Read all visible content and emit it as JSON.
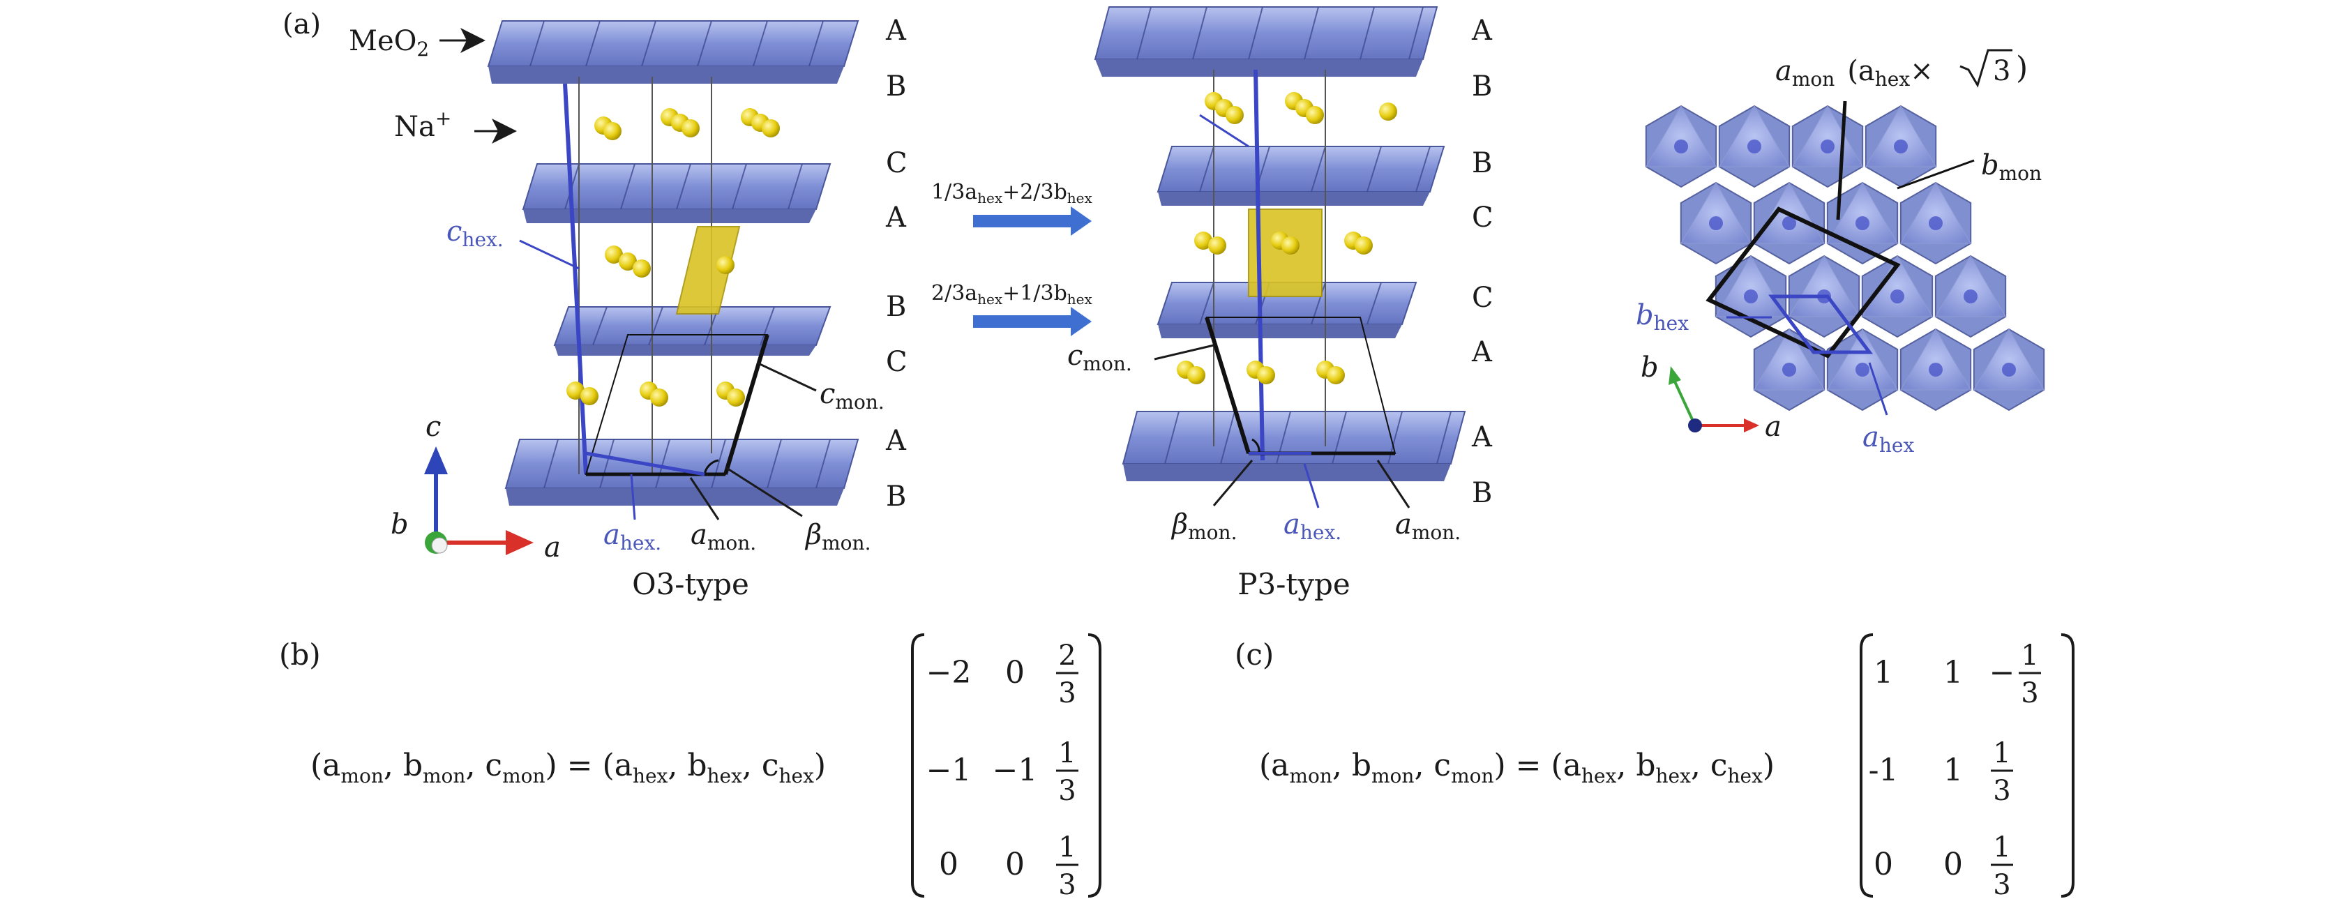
{
  "panel_a": {
    "label": "(a)",
    "o3": {
      "caption": "O3-type",
      "layers": [
        "A",
        "B",
        "C",
        "A",
        "B",
        "C",
        "A",
        "B"
      ],
      "meo2": "MeO",
      "meo2_sub": "2",
      "na": "Na",
      "na_sup": "+",
      "c_hex": "c",
      "c_hex_sub": "hex.",
      "c_mon": "c",
      "c_mon_sub": "mon.",
      "a_hex": "a",
      "a_hex_sub": "hex.",
      "a_mon": "a",
      "a_mon_sub": "mon.",
      "beta_mon": "β",
      "beta_mon_sub": "mon.",
      "axis_a": "a",
      "axis_b": "b",
      "axis_c": "c"
    },
    "arrows": {
      "top_label": "1/3a",
      "top_label_sub1": "hex",
      "top_label_mid": "+2/3b",
      "top_label_sub2": "hex",
      "bottom_label": "2/3a",
      "bottom_label_sub1": "hex",
      "bottom_label_mid": "+1/3b",
      "bottom_label_sub2": "hex"
    },
    "p3": {
      "caption": "P3-type",
      "layers": [
        "A",
        "B",
        "B",
        "C",
        "C",
        "A",
        "A",
        "B"
      ],
      "c_mon": "c",
      "c_mon_sub": "mon.",
      "beta_mon": "β",
      "beta_mon_sub": "mon.",
      "a_hex": "a",
      "a_hex_sub": "hex.",
      "a_mon": "a",
      "a_mon_sub": "mon."
    },
    "top_view": {
      "a_mon_label": "a",
      "a_mon_sub": "mon",
      "a_mon_paren": "(a",
      "a_mon_paren_sub": "hex",
      "a_mon_times": "×",
      "sqrt_value": "3",
      "close_paren": ")",
      "b_mon": "b",
      "b_mon_sub": "mon",
      "b_hex": "b",
      "b_hex_sub": "hex",
      "a_hex": "a",
      "a_hex_sub": "hex",
      "axis_a": "a",
      "axis_b": "b"
    }
  },
  "panel_b": {
    "label": "(b)",
    "lhs": "(a",
    "lhs_sub1": "mon",
    "lhs_b": ", b",
    "lhs_sub2": "mon",
    "lhs_c": ", c",
    "lhs_sub3": "mon",
    "eq": ") = (a",
    "rhs_sub1": "hex",
    "rhs_b": ", b",
    "rhs_sub2": "hex",
    "rhs_c": ", c",
    "rhs_sub3": "hex",
    "rhs_close": ")",
    "matrix": [
      [
        "−2",
        "0",
        "2/3"
      ],
      [
        "−1",
        "−1",
        "1/3"
      ],
      [
        "0",
        "0",
        "1/3"
      ]
    ]
  },
  "panel_c": {
    "label": "(c)",
    "lhs": "(a",
    "lhs_sub1": "mon",
    "lhs_b": ", b",
    "lhs_sub2": "mon",
    "lhs_c": ", c",
    "lhs_sub3": "mon",
    "eq": ") = (a",
    "rhs_sub1": "hex",
    "rhs_b": ", b",
    "rhs_sub2": "hex",
    "rhs_c": ", c",
    "rhs_sub3": "hex",
    "rhs_close": ")",
    "matrix": [
      [
        "1",
        "1",
        "−1/3"
      ],
      [
        "-1",
        "1",
        "1/3"
      ],
      [
        "0",
        "0",
        "1/3"
      ]
    ]
  },
  "colors": {
    "octahedron": "#8a9ad8",
    "octahedron_dark": "#5f6fae",
    "sodium": "#e8d21a",
    "prism": "#d9c324",
    "hex_blue": "#3b46c4",
    "arrow_blue": "#3f6fd0",
    "axis_red": "#d9302a",
    "axis_green": "#3aa63a",
    "axis_blue": "#2d45b8"
  }
}
